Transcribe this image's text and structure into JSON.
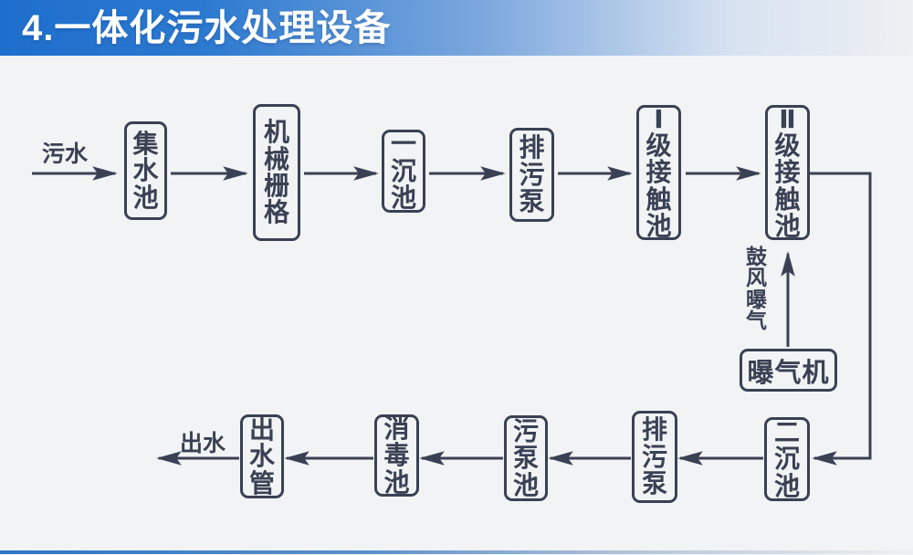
{
  "title": "4.一体化污水处理设备",
  "labels": {
    "inflow": "污水",
    "outflow": "出水",
    "aeration": "鼓风曝气"
  },
  "nodes": {
    "top": [
      {
        "label": "集水池"
      },
      {
        "label": "机械栅格"
      },
      {
        "label": "一沉池"
      },
      {
        "label": "排污泵"
      },
      {
        "label": "Ⅰ级接触池"
      },
      {
        "label": "Ⅱ级接触池"
      }
    ],
    "aerator": {
      "label": "曝气机"
    },
    "bottom": [
      {
        "label": "二沉池"
      },
      {
        "label": "排污泵"
      },
      {
        "label": "污泵池"
      },
      {
        "label": "消毒池"
      },
      {
        "label": "出水管"
      }
    ]
  },
  "colors": {
    "header_blue": "#2272cc",
    "line_dark": "#3a4155",
    "background": "#f2f3f4"
  }
}
